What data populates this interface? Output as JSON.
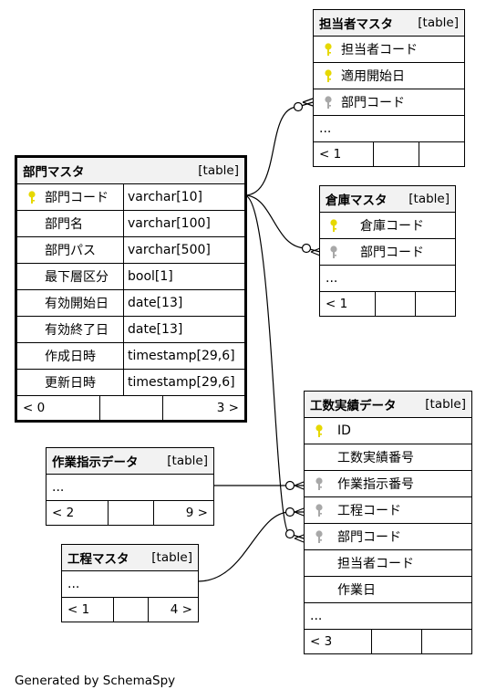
{
  "diagram": {
    "generated_by": "Generated by SchemaSpy",
    "tables": {
      "bumon": {
        "name": "部門マスタ",
        "type": "[table]",
        "columns": [
          {
            "name": "部門コード",
            "type": "varchar[10]",
            "key": "primary"
          },
          {
            "name": "部門名",
            "type": "varchar[100]",
            "key": "none"
          },
          {
            "name": "部門パス",
            "type": "varchar[500]",
            "key": "none"
          },
          {
            "name": "最下層区分",
            "type": "bool[1]",
            "key": "none"
          },
          {
            "name": "有効開始日",
            "type": "date[13]",
            "key": "none"
          },
          {
            "name": "有効終了日",
            "type": "date[13]",
            "key": "none"
          },
          {
            "name": "作成日時",
            "type": "timestamp[29,6]",
            "key": "none"
          },
          {
            "name": "更新日時",
            "type": "timestamp[29,6]",
            "key": "none"
          }
        ],
        "footer": [
          "< 0",
          "",
          "3 >"
        ]
      },
      "tantosha": {
        "name": "担当者マスタ",
        "type": "[table]",
        "columns": [
          {
            "name": "担当者コード",
            "key": "primary"
          },
          {
            "name": "適用開始日",
            "key": "primary"
          },
          {
            "name": "部門コード",
            "key": "foreign"
          }
        ],
        "ellipsis": "...",
        "footer": [
          "< 1",
          "",
          ""
        ]
      },
      "souko": {
        "name": "倉庫マスタ",
        "type": "[table]",
        "columns": [
          {
            "name": "倉庫コード",
            "key": "primary"
          },
          {
            "name": "部門コード",
            "key": "foreign"
          }
        ],
        "ellipsis": "...",
        "footer": [
          "< 1",
          "",
          ""
        ]
      },
      "kousuu": {
        "name": "工数実績データ",
        "type": "[table]",
        "columns": [
          {
            "name": "ID",
            "key": "primary"
          },
          {
            "name": "工数実績番号",
            "key": "none"
          },
          {
            "name": "作業指示番号",
            "key": "foreign"
          },
          {
            "name": "工程コード",
            "key": "foreign"
          },
          {
            "name": "部門コード",
            "key": "foreign"
          },
          {
            "name": "担当者コード",
            "key": "none"
          },
          {
            "name": "作業日",
            "key": "none"
          }
        ],
        "ellipsis": "...",
        "footer": [
          "< 3",
          "",
          ""
        ]
      },
      "sagyou": {
        "name": "作業指示データ",
        "type": "[table]",
        "ellipsis": "...",
        "footer": [
          "< 2",
          "",
          "9 >"
        ]
      },
      "koutei": {
        "name": "工程マスタ",
        "type": "[table]",
        "ellipsis": "...",
        "footer": [
          "< 1",
          "",
          "4 >"
        ]
      }
    },
    "colors": {
      "header_bg": "#f2f2f2",
      "primary_key": "#e6d800",
      "foreign_key": "#a8a8a8",
      "border": "#000000"
    }
  }
}
